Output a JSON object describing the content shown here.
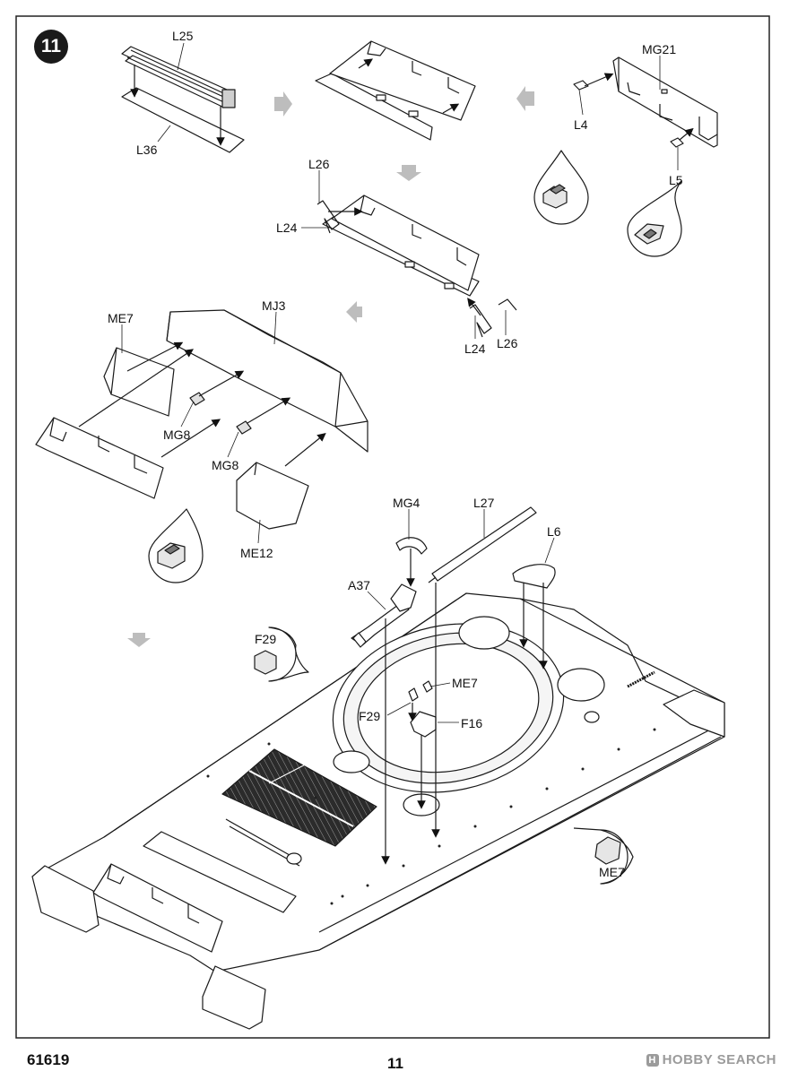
{
  "step": {
    "number": "11"
  },
  "footer": {
    "kit_number": "61619",
    "page_number": "11"
  },
  "watermark": {
    "text": "HOBBY SEARCH",
    "mark": "H"
  },
  "labels": {
    "L25": "L25",
    "L36": "L36",
    "MG21": "MG21",
    "L4": "L4",
    "L5": "L5",
    "L26_top": "L26",
    "L24_top": "L24",
    "L24_bottom": "L24",
    "L26_bottom": "L26",
    "MJ3": "MJ3",
    "ME7_left": "ME7",
    "MG8_a": "MG8",
    "MG8_b": "MG8",
    "ME12": "ME12",
    "MG4": "MG4",
    "L27": "L27",
    "L6": "L6",
    "A37": "A37",
    "F29_callout": "F29",
    "ME7_center": "ME7",
    "F29_center": "F29",
    "F16": "F16",
    "ME7_callout": "ME7"
  }
}
